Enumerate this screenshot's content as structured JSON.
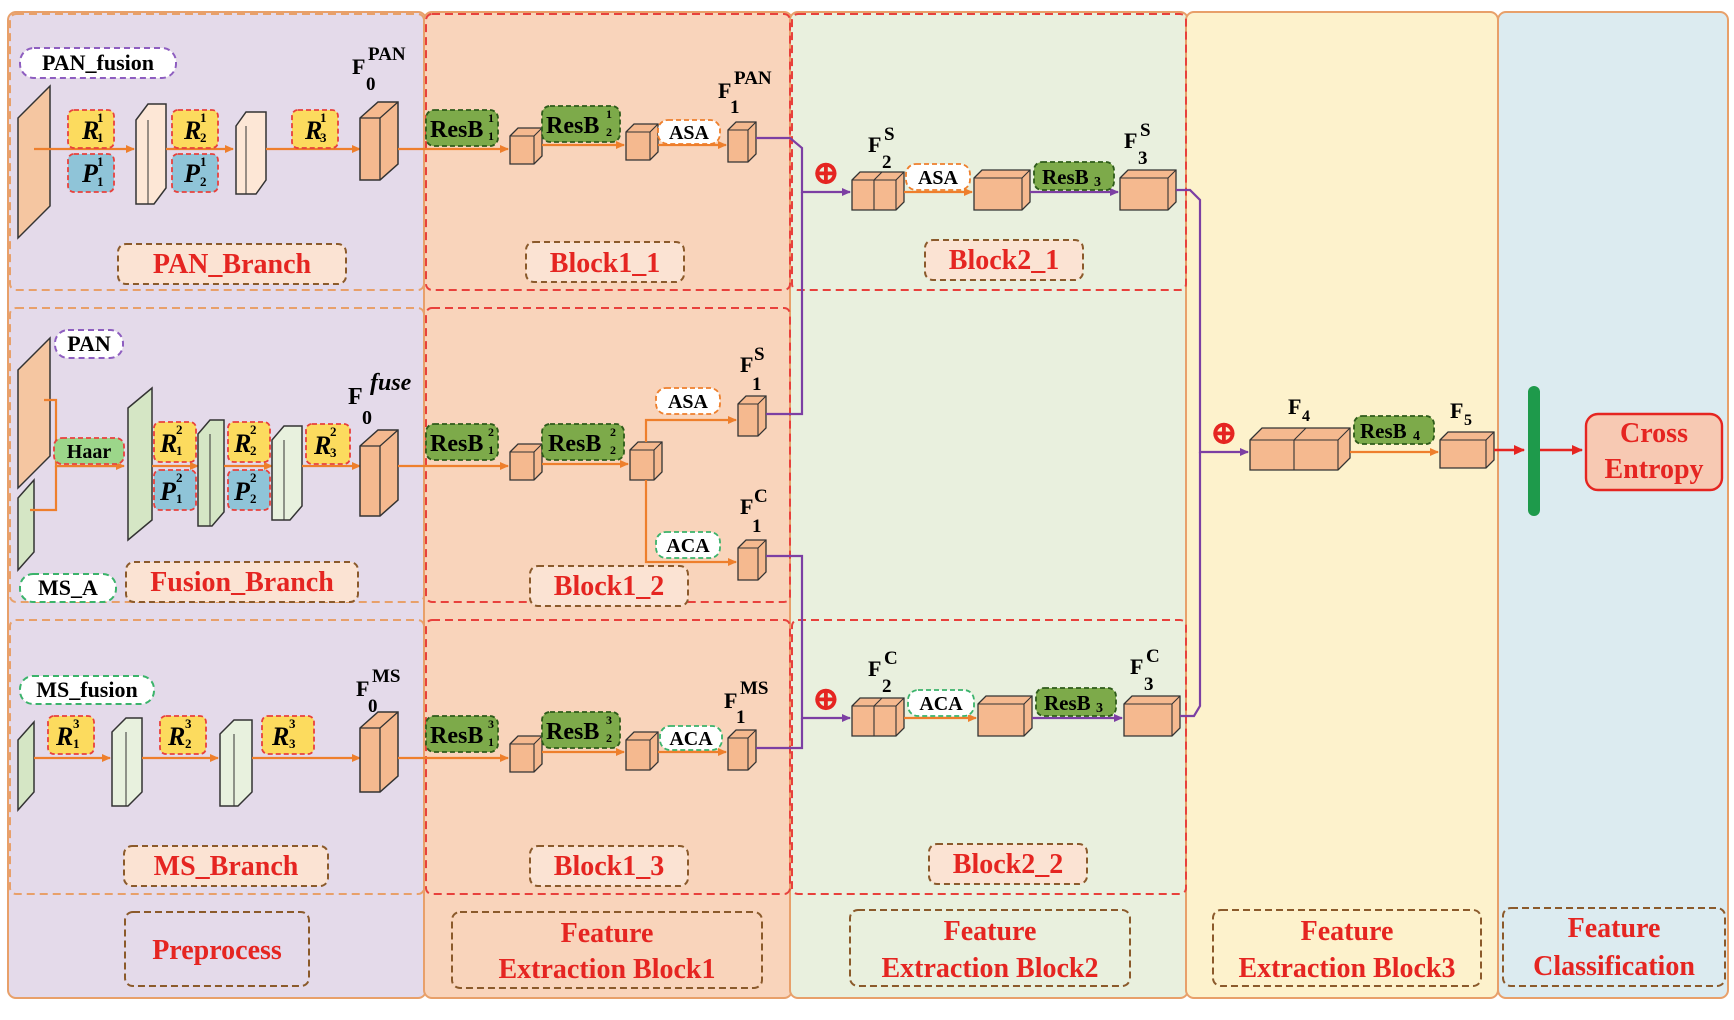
{
  "colors": {
    "preprocess_bg": "#E4DAEA",
    "block1_bg": "#F9D4BB",
    "block2_bg": "#E9F0DE",
    "block3_bg": "#FDF2CC",
    "classify_bg": "#DCEBF0",
    "panel_border": "#E8A06A",
    "block_border": "#E8413C",
    "red_text": "#E52521",
    "cube": "#F5B98F",
    "cube_dark": "#F6C9A6",
    "plane_orange": "#F5C6A1",
    "plane_light": "#FDE7D6",
    "plane_green": "#D5E6C5",
    "arrow_orange": "#EE7F2C",
    "arrow_purple": "#7C3FA3",
    "arrow_red": "#E52521",
    "yellow_box": "#FCDB5E",
    "blue_box": "#8FC4D8",
    "resb_box": "#7DAA4A",
    "haar_box": "#9CD68A",
    "classifier_bar": "#1E9A4B"
  },
  "sections": {
    "preprocess": "Preprocess",
    "feb1_line1": "Feature",
    "feb1_line2": "Extraction Block1",
    "feb2_line1": "Feature",
    "feb2_line2": "Extraction Block2",
    "feb3_line1": "Feature",
    "feb3_line2": "Extraction Block3",
    "fc_line1": "Feature",
    "fc_line2": "Classification"
  },
  "branches": {
    "pan": "PAN_Branch",
    "fusion": "Fusion_Branch",
    "ms": "MS_Branch"
  },
  "blocks": {
    "b11": "Block1_1",
    "b12": "Block1_2",
    "b13": "Block1_3",
    "b21": "Block2_1",
    "b22": "Block2_2"
  },
  "inputs": {
    "pan_fusion": "PAN_fusion",
    "pan": "PAN",
    "ms_a": "MS_A",
    "ms_fusion": "MS_fusion",
    "haar": "Haar"
  },
  "modules": {
    "R": "R",
    "P": "P",
    "ResB": "ResB",
    "ResB3": "ResB",
    "ResB3_sub": "3",
    "ResB4": "ResB",
    "ResB4_sub": "4",
    "ASA": "ASA",
    "ACA": "ACA"
  },
  "features": {
    "F": "F",
    "sup_pan": "PAN",
    "sup_fuse": "fuse",
    "sup_ms": "MS",
    "sup_s": "S",
    "sup_c": "C",
    "sub_0": "0",
    "sub_1": "1",
    "sub_2": "2",
    "sub_3": "3",
    "sub_4": "4",
    "sub_5": "5"
  },
  "indices": {
    "one": "1",
    "two": "2",
    "three": "3"
  },
  "classifier": {
    "line1": "Cross",
    "line2": "Entropy"
  },
  "symbols": {
    "plus": "⊕"
  }
}
